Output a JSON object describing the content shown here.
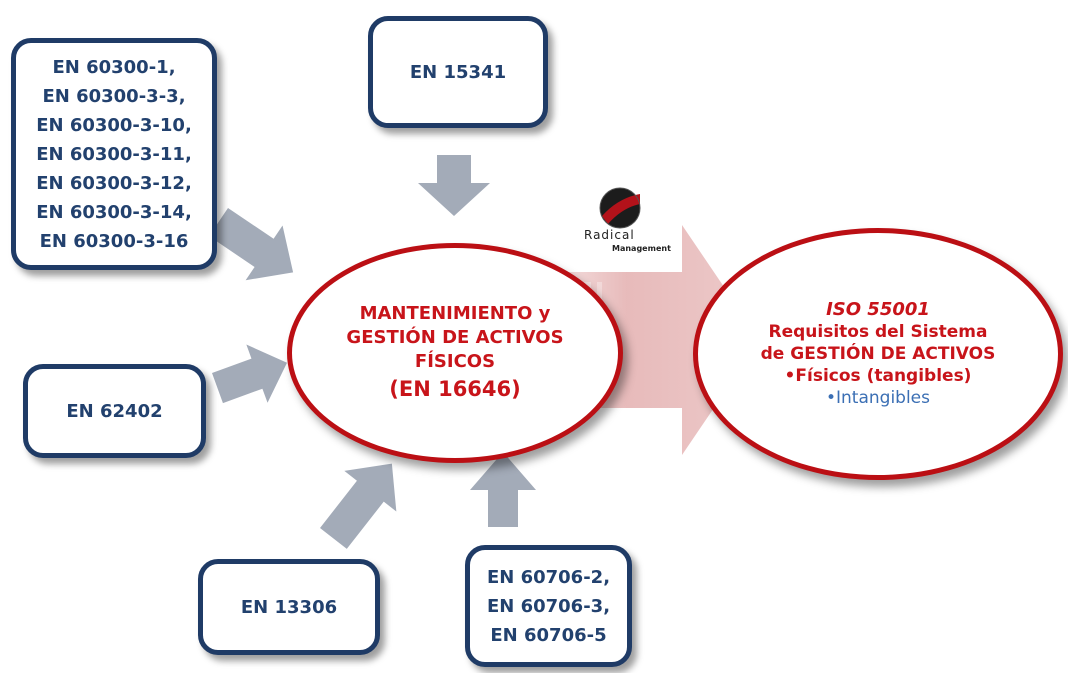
{
  "boxes": {
    "en60300": [
      "EN 60300-1,",
      "EN 60300-3-3,",
      "EN 60300-3-10,",
      "EN 60300-3-11,",
      "EN 60300-3-12,",
      "EN 60300-3-14,",
      "EN 60300-3-16"
    ],
    "en15341": "EN 15341",
    "en62402": "EN 62402",
    "en13306": "EN 13306",
    "en60706": [
      "EN 60706-2,",
      "EN 60706-3,",
      "EN 60706-5"
    ]
  },
  "center": {
    "line1": "MANTENIMIENTO y",
    "line2": "GESTIÓN DE ACTIVOS",
    "line3": "FÍSICOS",
    "line4": "(EN 16646)"
  },
  "iso": {
    "title": "ISO 55001",
    "line2": "Requisitos del Sistema",
    "line3": "de GESTIÓN DE ACTIVOS",
    "item1": "•Físicos (tangibles)",
    "item2": "•Intangibles"
  },
  "logo": {
    "line1": "Radical",
    "line2": "Management"
  },
  "colors": {
    "box_border": "#1f3b66",
    "box_text": "#22416e",
    "ellipse_red": "#bb0f14",
    "arrow_gray": "#a3abb8",
    "big_arrow": "#e3b4b4",
    "intangibles_blue": "#3b6fb4"
  }
}
